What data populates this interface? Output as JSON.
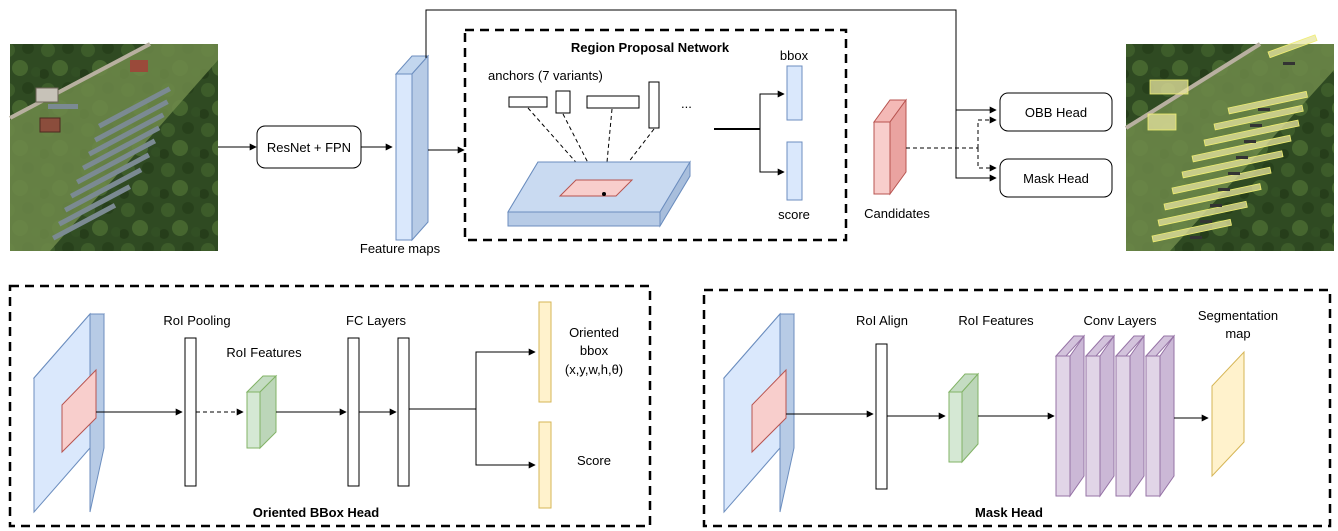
{
  "top": {
    "input_image": "aerial-solar-farm-photo",
    "backbone_label": "ResNet + FPN",
    "feature_maps_label": "Feature maps",
    "rpn": {
      "title": "Region Proposal Network",
      "anchors_label": "anchors (7 variants)",
      "ellipsis": "...",
      "bbox_label": "bbox",
      "score_label": "score"
    },
    "candidates_label": "Candidates",
    "obb_head_label": "OBB Head",
    "mask_head_label": "Mask Head",
    "output_image": "aerial-solar-farm-with-detections"
  },
  "obb_panel": {
    "title": "Oriented BBox Head",
    "roi_pooling_label": "RoI Pooling",
    "roi_features_label": "RoI Features",
    "fc_layers_label": "FC Layers",
    "oriented_bbox_line1": "Oriented",
    "oriented_bbox_line2": "bbox",
    "oriented_bbox_line3": "(x,y,w,h,θ)",
    "score_label": "Score"
  },
  "mask_panel": {
    "title": "Mask Head",
    "roi_align_label": "RoI Align",
    "roi_features_label": "RoI Features",
    "conv_layers_label": "Conv Layers",
    "segmentation_line1": "Segmentation",
    "segmentation_line2": "map"
  },
  "colors": {
    "feature_blue": "#dae8fc",
    "feature_blue_stroke": "#6c8ebf",
    "candidate_red": "#f8cecc",
    "candidate_red_stroke": "#b85450",
    "roi_green": "#d5e8d4",
    "roi_green_stroke": "#82b366",
    "conv_purple": "#e1d5e7",
    "conv_purple_stroke": "#9673a6",
    "output_yellow": "#fff2cc",
    "output_yellow_stroke": "#d6b656"
  }
}
